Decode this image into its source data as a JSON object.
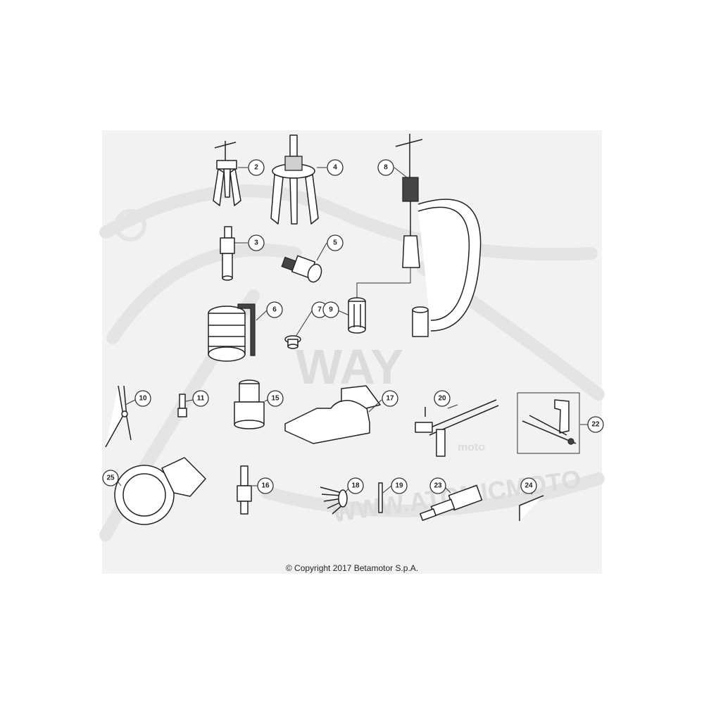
{
  "diagram": {
    "copyright": "© Copyright 2017 Betamotor S.p.A.",
    "watermark": {
      "site": "WWW.ATOMICMOTO",
      "brand": "moto",
      "word": "WAY"
    },
    "callouts": [
      {
        "id": "c2",
        "label": "2"
      },
      {
        "id": "c3",
        "label": "3"
      },
      {
        "id": "c4",
        "label": "4"
      },
      {
        "id": "c5",
        "label": "5"
      },
      {
        "id": "c6",
        "label": "6"
      },
      {
        "id": "c7",
        "label": "7"
      },
      {
        "id": "c8",
        "label": "8"
      },
      {
        "id": "c9",
        "label": "9"
      },
      {
        "id": "c10",
        "label": "10"
      },
      {
        "id": "c11",
        "label": "11"
      },
      {
        "id": "c15",
        "label": "15"
      },
      {
        "id": "c16",
        "label": "16"
      },
      {
        "id": "c17",
        "label": "17"
      },
      {
        "id": "c18",
        "label": "18"
      },
      {
        "id": "c19",
        "label": "19"
      },
      {
        "id": "c20",
        "label": "20"
      },
      {
        "id": "c22",
        "label": "22"
      },
      {
        "id": "c23",
        "label": "23"
      },
      {
        "id": "c24",
        "label": "24"
      },
      {
        "id": "c25",
        "label": "25"
      }
    ],
    "colors": {
      "line": "#222222",
      "panel": "#f2f2f2",
      "watermark": "#e4e4e4"
    }
  }
}
